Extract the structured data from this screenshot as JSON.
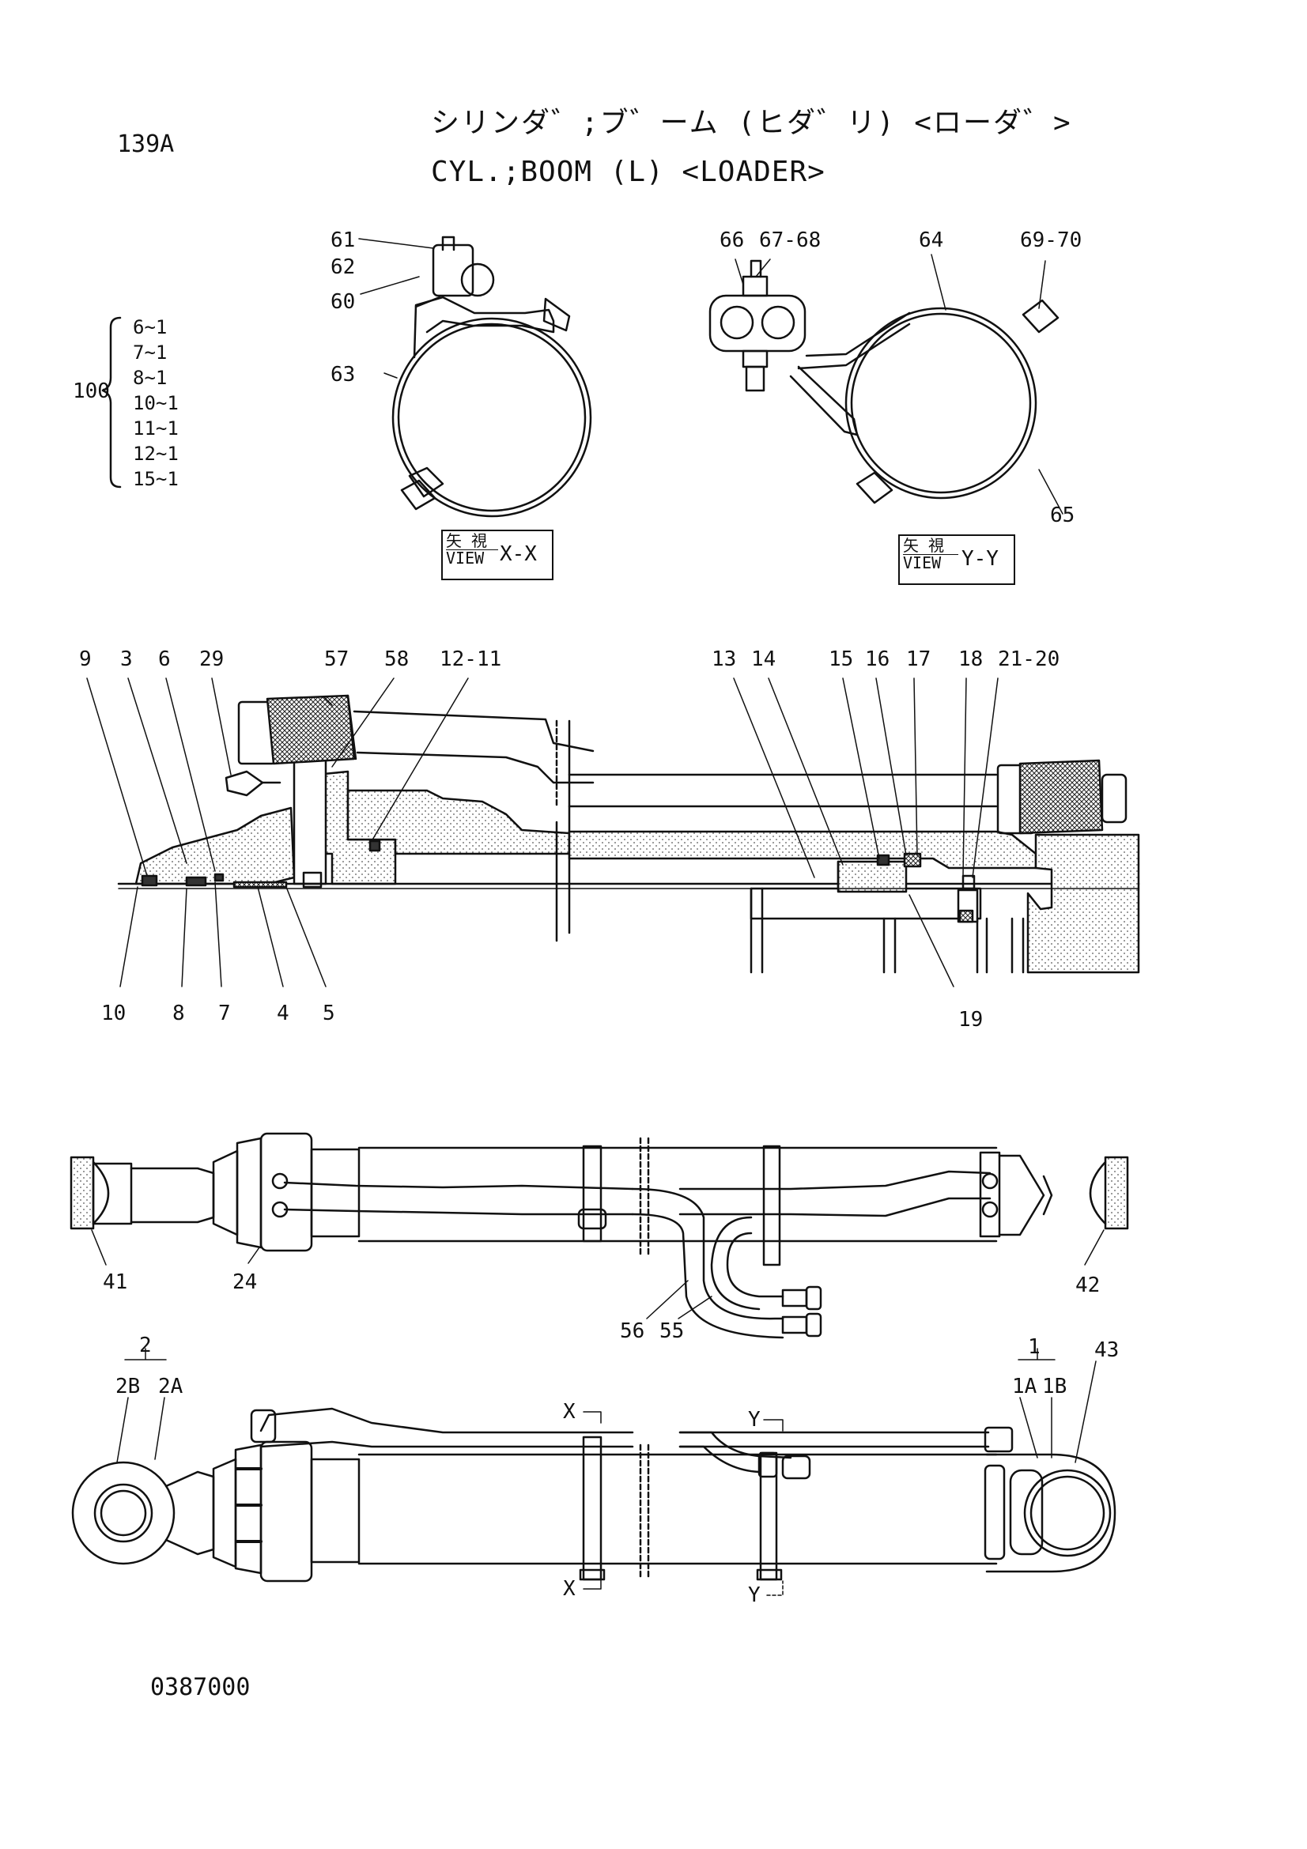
{
  "header": {
    "page_number": "139A",
    "title_jp": "シリンダ゛;ブ゛ーム (ヒダ゛リ) <ローダ゛>",
    "title_en": "CYL.;BOOM (L) <LOADER>"
  },
  "footer": {
    "drawing_number": "0387000"
  },
  "kit": {
    "label": "100",
    "items": [
      "6~1",
      "7~1",
      "8~1",
      "10~1",
      "11~1",
      "12~1",
      "15~1"
    ]
  },
  "views": {
    "xx": {
      "jp": "矢 視",
      "en": "VIEW",
      "suffix": "X-X"
    },
    "yy": {
      "jp": "矢 視",
      "en": "VIEW",
      "suffix": "Y-Y"
    }
  },
  "callouts": {
    "view_xx": [
      "61",
      "62",
      "60",
      "63"
    ],
    "view_yy": [
      "66",
      "67-68",
      "64",
      "69-70",
      "65"
    ],
    "section_top": [
      "9",
      "3",
      "6",
      "29",
      "57",
      "58",
      "12-11",
      "13",
      "14",
      "15",
      "16",
      "17",
      "18",
      "21-20"
    ],
    "section_bottom": [
      "10",
      "8",
      "7",
      "4",
      "5",
      "19"
    ],
    "plan_view": [
      "41",
      "24",
      "56",
      "55",
      "42"
    ],
    "side_view": [
      "2",
      "2B",
      "2A",
      "1",
      "1A",
      "1B",
      "43"
    ],
    "section_marks": [
      "X",
      "X",
      "Y",
      "Y"
    ]
  }
}
